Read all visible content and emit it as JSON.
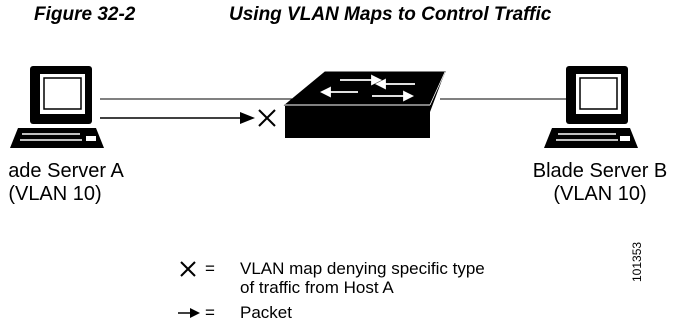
{
  "figure": {
    "number": "Figure 32-2",
    "title": "Using VLAN Maps to Control Traffic",
    "id": "101353"
  },
  "nodes": {
    "server_a": {
      "name": "ade Server A",
      "vlan": "(VLAN 10)"
    },
    "server_b": {
      "name": "Blade Server B",
      "vlan": "(VLAN 10)"
    }
  },
  "legend": {
    "deny": {
      "symbol": "X",
      "eq": "=",
      "line1": "VLAN map denying specific type",
      "line2": "of traffic from Host A"
    },
    "packet": {
      "eq": "=",
      "text": "Packet"
    }
  },
  "colors": {
    "ink": "#000000",
    "background": "#ffffff"
  }
}
